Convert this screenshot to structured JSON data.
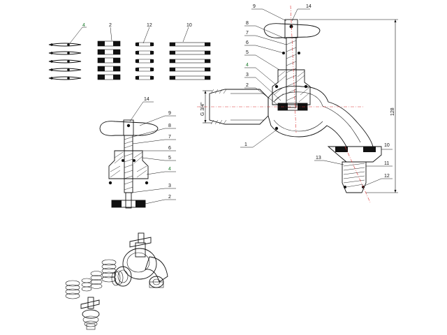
{
  "colors": {
    "line": "#111111",
    "axis": "#dd3333",
    "green_label": "#1a7a2a",
    "blue_callout": "#1a55aa"
  },
  "seal_set": {
    "labels": [
      "4",
      "2",
      "12",
      "10"
    ]
  },
  "spindle": {
    "labels": [
      "14",
      "9",
      "8",
      "7",
      "6",
      "5",
      "4",
      "3",
      "2"
    ]
  },
  "faucet": {
    "labels": [
      "9",
      "14",
      "8",
      "7",
      "6",
      "5",
      "4",
      "3",
      "2",
      "1",
      "10",
      "13",
      "11",
      "12"
    ],
    "dim_height": "128",
    "thread": "G 3/4\""
  },
  "iso_view": {
    "parts": [
      "valve-body",
      "spindle-head",
      "spring-stacks",
      "washers",
      "nozzle"
    ]
  }
}
